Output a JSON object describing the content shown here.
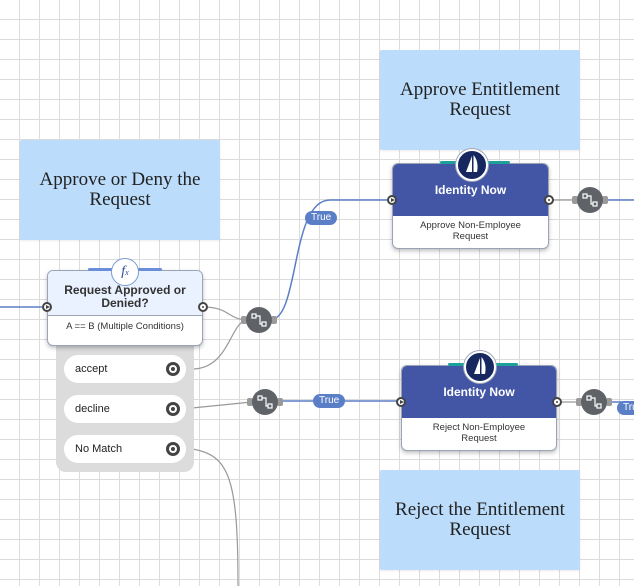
{
  "notes": {
    "approve_or_deny": "Approve or Deny the Request",
    "approve_entitlement": "Approve Entitlement Request",
    "reject_entitlement": "Reject the Entitlement Request"
  },
  "condition_node": {
    "title": "Request Approved or Denied?",
    "subtitle": "A == B (Multiple Conditions)",
    "icon": "fx-icon",
    "branches": [
      "accept",
      "decline",
      "No Match"
    ]
  },
  "identity_node_approve": {
    "title": "Identity Now",
    "subtitle": "Approve Non-Employee Request",
    "icon": "sailpoint-logo"
  },
  "identity_node_reject": {
    "title": "Identity Now",
    "subtitle": "Reject Non-Employee Request",
    "icon": "sailpoint-logo"
  },
  "edge_labels": {
    "true_upper": "True",
    "true_middle": "True",
    "true_right": "Tru"
  },
  "colors": {
    "note_bg": "#bbddfb",
    "node_header": "#4356a6",
    "edge_line": "#5b7fc6",
    "connector": "#5f6368"
  }
}
